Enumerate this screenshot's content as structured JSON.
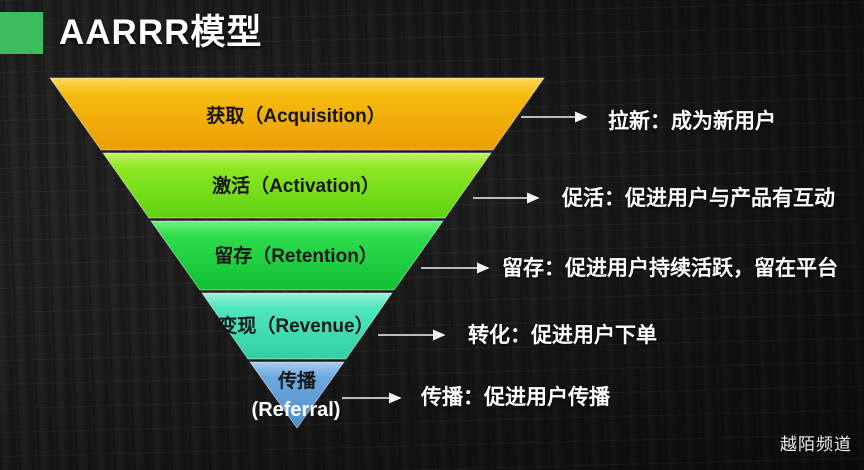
{
  "page": {
    "title": "AARRR模型",
    "watermark": "越陌频道"
  },
  "colors": {
    "accent_square": "#3CBC5C",
    "background": "#141414",
    "arrow": "#F2F2F2",
    "layer_label_text": "#151515",
    "annotation_text": "#FFFFFF"
  },
  "funnel": {
    "layers": [
      {
        "id": "acquisition",
        "label": "获取（Acquisition）",
        "color_top": "#FFD75A",
        "color_mid": "#F6BB10",
        "color_bottom": "#EC9F04"
      },
      {
        "id": "activation",
        "label": "激活（Activation）",
        "color_top": "#C3F163",
        "color_mid": "#8DE822",
        "color_bottom": "#62D313"
      },
      {
        "id": "retention",
        "label": "留存（Retention）",
        "color_top": "#6FF07F",
        "color_mid": "#2EDC4D",
        "color_bottom": "#12C234"
      },
      {
        "id": "revenue",
        "label": "变现（Revenue）",
        "color_top": "#9FF2D8",
        "color_mid": "#50E6BE",
        "color_bottom": "#34D1A6"
      },
      {
        "id": "referral",
        "label": "传播",
        "sublabel": "(Referral)",
        "color_top": "#A9CDEE",
        "color_mid": "#6FA9DE",
        "color_bottom": "#4E8FCB"
      }
    ]
  },
  "annotations": [
    {
      "text": "拉新：成为新用户"
    },
    {
      "text": "促活：促进用户与产品有互动"
    },
    {
      "text": "留存：促进用户持续活跃，留在平台"
    },
    {
      "text": "转化：促进用户下单"
    },
    {
      "text": "传播：促进用户传播"
    }
  ]
}
